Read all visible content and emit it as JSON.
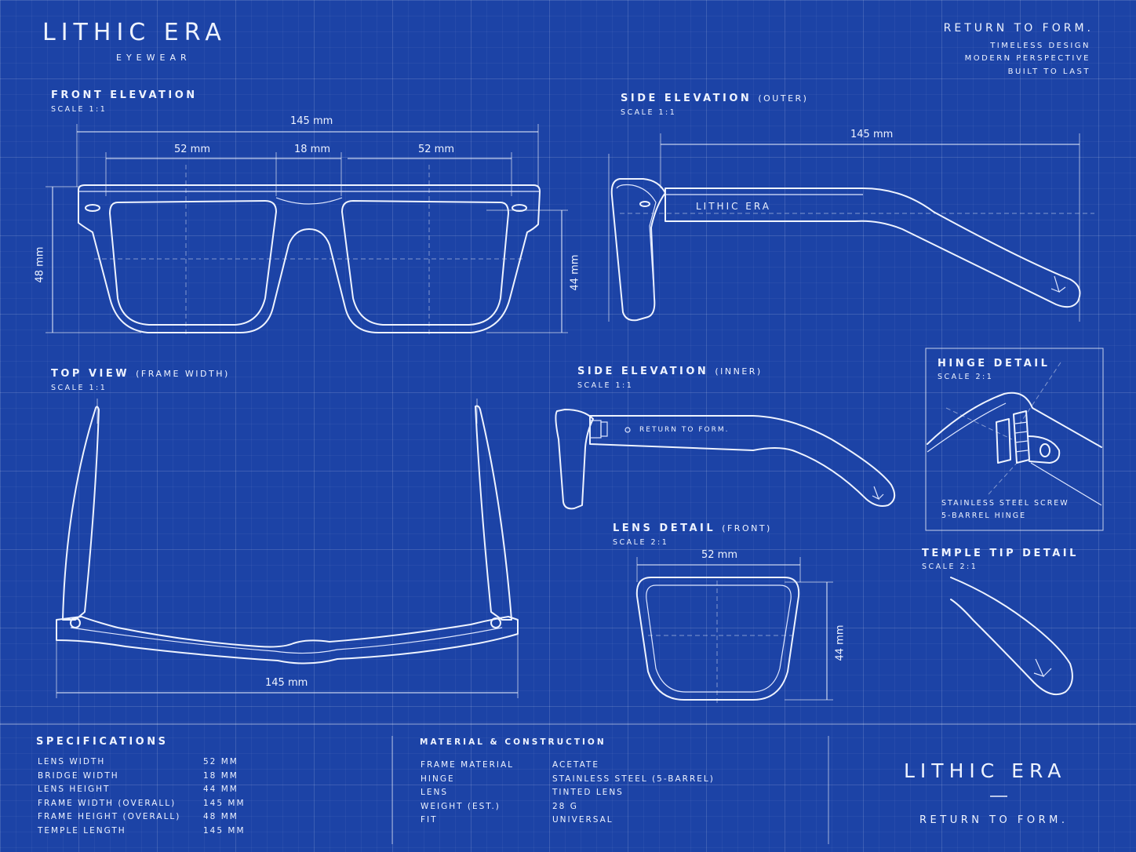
{
  "brand": {
    "name": "LITHIC ERA",
    "sub": "EYEWEAR",
    "tagline_main": "RETURN TO FORM.",
    "taglines": [
      "TIMELESS DESIGN",
      "MODERN PERSPECTIVE",
      "BUILT TO LAST"
    ]
  },
  "views": {
    "front": {
      "title": "FRONT ELEVATION",
      "sub": "",
      "scale": "SCALE 1:1",
      "dims": {
        "overall": "145 mm",
        "lens_left": "52 mm",
        "bridge": "18 mm",
        "lens_right": "52 mm",
        "height_left": "48 mm",
        "height_right": "44 mm"
      }
    },
    "side_outer": {
      "title": "SIDE ELEVATION",
      "sub": "(OUTER)",
      "scale": "SCALE 1:1",
      "dims": {
        "length": "145 mm"
      },
      "temple_text": "LITHIC ERA"
    },
    "top": {
      "title": "TOP VIEW",
      "sub": "(FRAME WIDTH)",
      "scale": "SCALE 1:1",
      "dims": {
        "width": "145 mm"
      }
    },
    "side_inner": {
      "title": "SIDE ELEVATION",
      "sub": "(INNER)",
      "scale": "SCALE 1:1",
      "temple_text": "RETURN TO FORM."
    },
    "hinge": {
      "title": "HINGE DETAIL",
      "scale": "SCALE 2:1",
      "notes": [
        "STAINLESS STEEL SCREW",
        "5-BARREL HINGE"
      ]
    },
    "lens": {
      "title": "LENS DETAIL",
      "sub": "(FRONT)",
      "scale": "SCALE 2:1",
      "dims": {
        "width": "52 mm",
        "height": "44 mm"
      }
    },
    "temple_tip": {
      "title": "TEMPLE TIP DETAIL",
      "scale": "SCALE 2:1"
    }
  },
  "specifications": {
    "title": "SPECIFICATIONS",
    "rows": [
      {
        "label": "LENS WIDTH",
        "value": "52 mm"
      },
      {
        "label": "BRIDGE WIDTH",
        "value": "18 mm"
      },
      {
        "label": "LENS HEIGHT",
        "value": "44 mm"
      },
      {
        "label": "FRAME WIDTH (OVERALL)",
        "value": "145 mm"
      },
      {
        "label": "FRAME HEIGHT (OVERALL)",
        "value": "48 mm"
      },
      {
        "label": "TEMPLE LENGTH",
        "value": "145 mm"
      }
    ]
  },
  "material": {
    "title": "MATERIAL & CONSTRUCTION",
    "rows": [
      {
        "label": "FRAME MATERIAL",
        "value": "ACETATE"
      },
      {
        "label": "HINGE",
        "value": "STAINLESS STEEL (5-BARREL)"
      },
      {
        "label": "LENS",
        "value": "TINTED LENS"
      },
      {
        "label": "WEIGHT (EST.)",
        "value": "28 g"
      },
      {
        "label": "FIT",
        "value": "UNIVERSAL"
      }
    ]
  },
  "footer_brand": {
    "name": "LITHIC ERA",
    "tagline": "RETURN TO FORM."
  },
  "colors": {
    "background": "#1c43a6",
    "line": "#eef3ff",
    "grid": "#ffffff"
  }
}
